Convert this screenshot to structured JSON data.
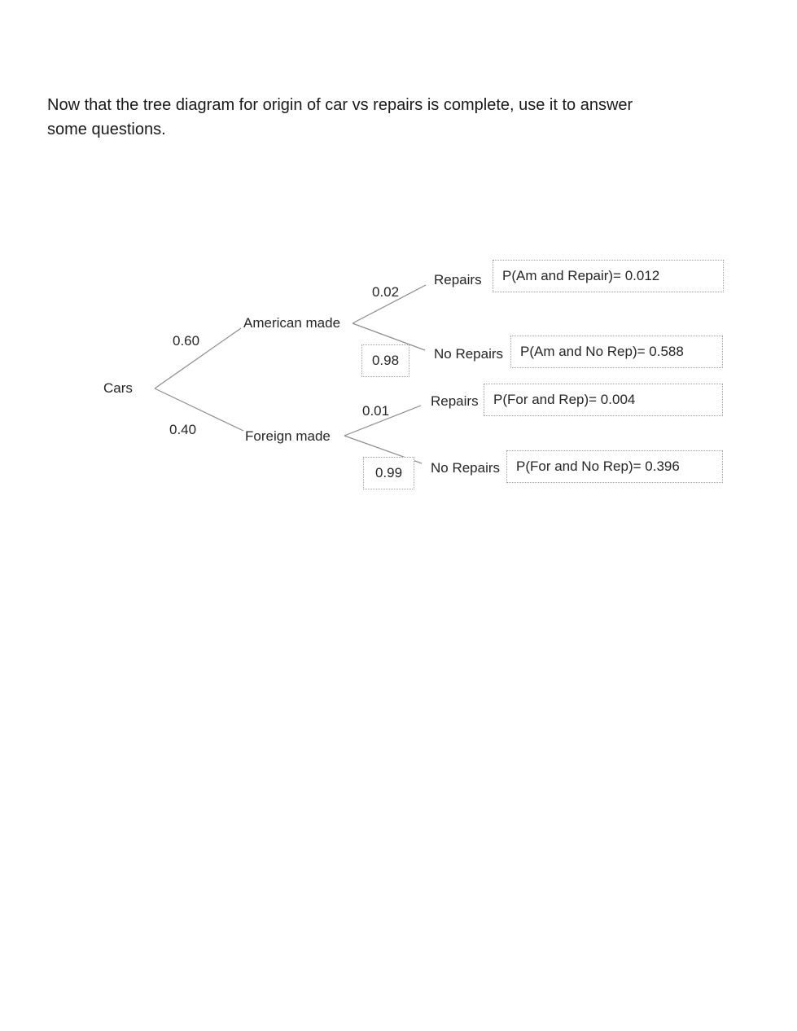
{
  "intro": {
    "line1": "Now that the tree diagram for origin of car vs repairs is complete, use it to answer",
    "line2": "some questions."
  },
  "tree": {
    "root": "Cars",
    "branches": [
      {
        "prob": "0.60",
        "label": "American made",
        "children": [
          {
            "prob": "0.02",
            "label": "Repairs",
            "prob_boxed": false,
            "result": "P(Am and Repair)= 0.012"
          },
          {
            "prob": "0.98",
            "label": "No Repairs",
            "prob_boxed": true,
            "result": "P(Am and No Rep)= 0.588"
          }
        ]
      },
      {
        "prob": "0.40",
        "label": "Foreign made",
        "children": [
          {
            "prob": "0.01",
            "label": "Repairs",
            "prob_boxed": false,
            "result": "P(For and Rep)= 0.004"
          },
          {
            "prob": "0.99",
            "label": "No Repairs",
            "prob_boxed": true,
            "result": "P(For and No Rep)= 0.396"
          }
        ]
      }
    ]
  },
  "colors": {
    "branch_line": "#8c8c8c",
    "dotted_border": "#9e9e9e",
    "text": "#262626",
    "background": "#ffffff"
  }
}
